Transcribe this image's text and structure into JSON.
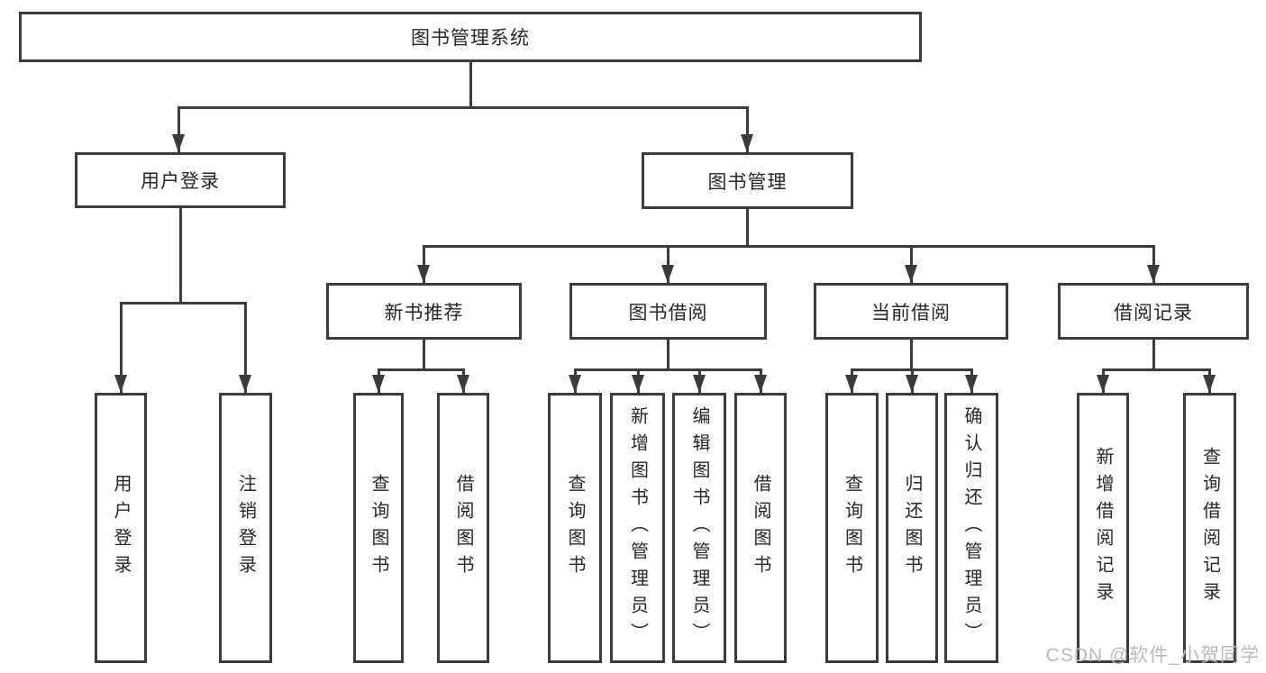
{
  "diagram": {
    "type": "hierarchy-tree",
    "title": "图书管理系统"
  },
  "nodes": {
    "root": "图书管理系统",
    "user_login": "用户登录",
    "book_management": "图书管理",
    "new_book_recommendation": "新书推荐",
    "book_borrowing": "图书借阅",
    "current_borrowing": "当前借阅",
    "borrowing_records": "借阅记录",
    "leaf_user_login": "用户登录",
    "leaf_logout": "注销登录",
    "leaf_rec_query_books": "查询图书",
    "leaf_rec_borrow_books": "借阅图书",
    "leaf_bb_query_books": "查询图书",
    "leaf_bb_add_book_admin": "新增图书（管理员）",
    "leaf_bb_edit_book_admin": "编辑图书（管理员）",
    "leaf_bb_borrow_books": "借阅图书",
    "leaf_cb_query_books": "查询图书",
    "leaf_cb_return_books": "归还图书",
    "leaf_cb_confirm_return_admin": "确认归还（管理员）",
    "leaf_br_add_record": "新增借阅记录",
    "leaf_br_query_record": "查询借阅记录"
  },
  "watermark": {
    "text": "CSDN @软件_小贺同学"
  },
  "colors": {
    "line": "#3b3b3b",
    "text": "#262626",
    "watermark": "#b9b9b9",
    "background": "#ffffff"
  }
}
